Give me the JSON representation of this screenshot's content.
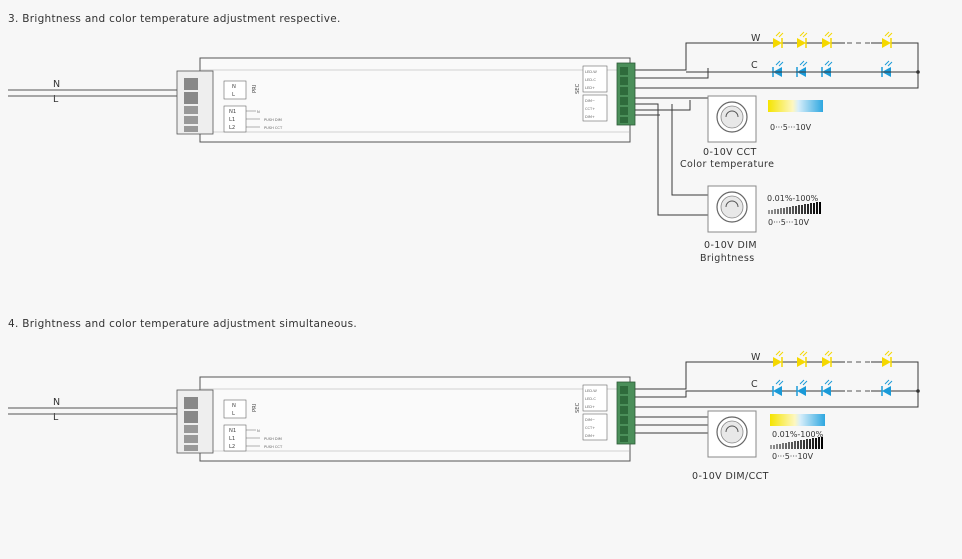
{
  "sections": [
    {
      "title": "3. Brightness and color temperature adjustment respective.",
      "input_labels": [
        "N",
        "L"
      ],
      "pri_label": "PRI",
      "sec_label": "SEC",
      "left_terminals": [
        "N",
        "L"
      ],
      "left_terminals2": [
        "N1",
        "L1",
        "L2"
      ],
      "push_labels": [
        "N",
        "PUSH DIM",
        "PUSH CCT"
      ],
      "out_terminals": [
        "LED-W",
        "LED-C",
        "LED+"
      ],
      "ctrl_terminals": [
        "DIM−",
        "CCT+",
        "DIM+"
      ],
      "channel_labels": [
        "W",
        "C"
      ],
      "controllers": [
        {
          "caption_lines": [
            "0-10V CCT",
            "Color temperature"
          ],
          "scale_label": "0···5···10V",
          "pct_label": ""
        },
        {
          "caption_lines": [
            "0-10V DIM",
            "Brightness"
          ],
          "scale_label": "0···5···10V",
          "pct_label": "0.01%-100%"
        }
      ]
    },
    {
      "title": "4. Brightness and color temperature adjustment simultaneous.",
      "input_labels": [
        "N",
        "L"
      ],
      "pri_label": "PRI",
      "sec_label": "SEC",
      "left_terminals": [
        "N",
        "L"
      ],
      "left_terminals2": [
        "N1",
        "L1",
        "L2"
      ],
      "push_labels": [
        "N",
        "PUSH DIM",
        "PUSH CCT"
      ],
      "out_terminals": [
        "LED-W",
        "LED-C",
        "LED+"
      ],
      "ctrl_terminals": [
        "DIM−",
        "CCT+",
        "DIM+"
      ],
      "channel_labels": [
        "W",
        "C"
      ],
      "controllers": [
        {
          "caption_lines": [
            "0-10V DIM/CCT"
          ],
          "scale_label": "0···5···10V",
          "pct_label": "0.01%-100%"
        }
      ]
    }
  ],
  "colors": {
    "warm": "#f5d800",
    "cool": "#1a9ad8",
    "line": "#3a3a3a"
  }
}
